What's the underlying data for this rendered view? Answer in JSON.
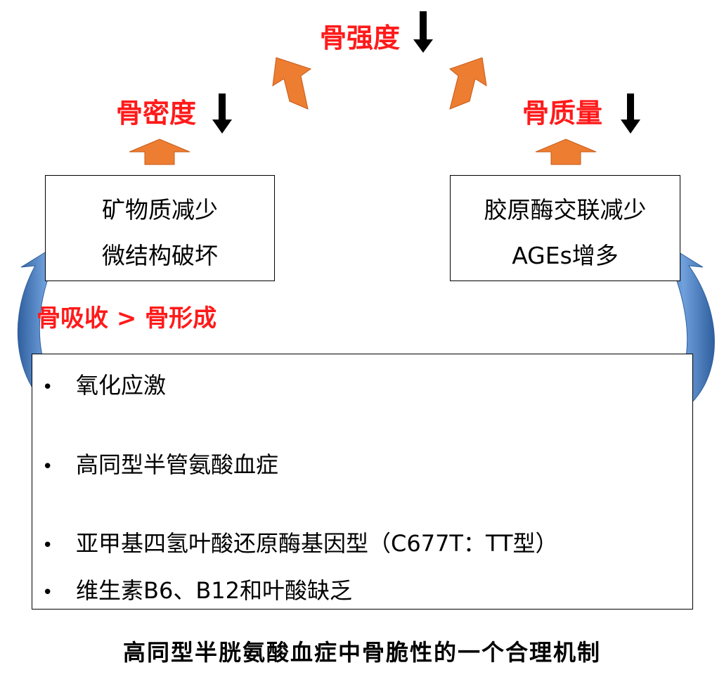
{
  "labels": {
    "bone_strength": "骨强度",
    "bone_density": "骨密度",
    "bone_quality": "骨质量",
    "resorption_vs_formation": "骨吸收 > 骨形成"
  },
  "left_box": {
    "line1": "矿物质减少",
    "line2": "微结构破坏"
  },
  "right_box": {
    "line1": "胶原酶交联减少",
    "line2": "AGEs增多"
  },
  "bottom_box": {
    "items": [
      "氧化应激",
      "高同型半管氨酸血症",
      "亚甲基四氢叶酸还原酶基因型（C677T：TT型）",
      "维生素B6、B12和叶酸缺乏"
    ],
    "bullet": "•"
  },
  "caption": "高同型半胱氨酸血症中骨脆性的一个合理机制",
  "colors": {
    "red_text": "#ff1a1a",
    "orange_arrow": "#ed7d31",
    "blue_arrow": "#4a7ebb",
    "down_arrow": "#000000"
  }
}
